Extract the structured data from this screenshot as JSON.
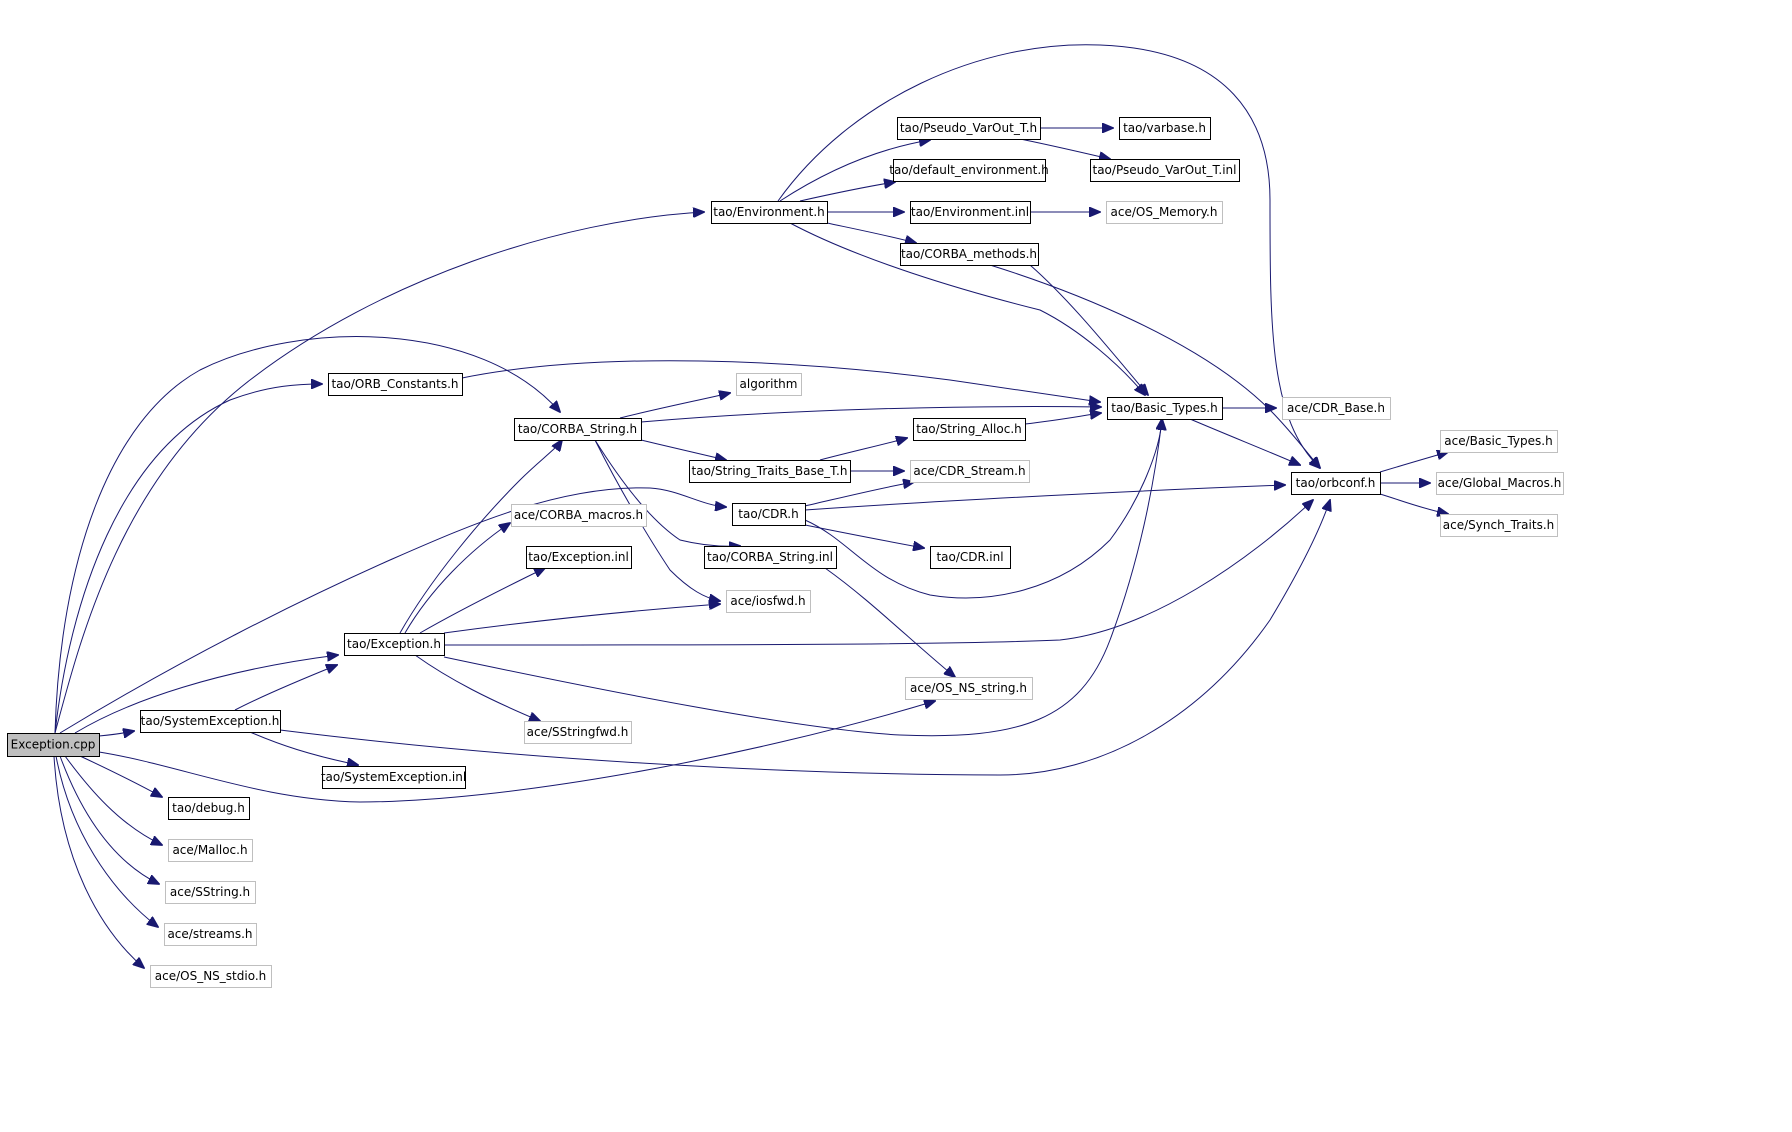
{
  "graph": {
    "colors": {
      "edge": "#191970",
      "solid_border": "#000000",
      "faded_border": "#bfbfbf",
      "root_fill": "#bfbfbf"
    },
    "nodes": [
      {
        "id": "n0",
        "label": "Exception.cpp",
        "style": "root"
      },
      {
        "id": "n1",
        "label": "tao/Environment.h",
        "style": "solid"
      },
      {
        "id": "n2",
        "label": "tao/Pseudo_VarOut_T.h",
        "style": "solid"
      },
      {
        "id": "n3",
        "label": "tao/varbase.h",
        "style": "solid"
      },
      {
        "id": "n4",
        "label": "tao/default_environment.h",
        "style": "solid"
      },
      {
        "id": "n5",
        "label": "tao/Pseudo_VarOut_T.inl",
        "style": "solid"
      },
      {
        "id": "n6",
        "label": "tao/Environment.inl",
        "style": "solid"
      },
      {
        "id": "n7",
        "label": "ace/OS_Memory.h",
        "style": "faded"
      },
      {
        "id": "n8",
        "label": "tao/CORBA_methods.h",
        "style": "solid"
      },
      {
        "id": "n9",
        "label": "tao/ORB_Constants.h",
        "style": "solid"
      },
      {
        "id": "n10",
        "label": "algorithm",
        "style": "faded"
      },
      {
        "id": "n11",
        "label": "tao/Basic_Types.h",
        "style": "solid"
      },
      {
        "id": "n12",
        "label": "ace/CDR_Base.h",
        "style": "faded"
      },
      {
        "id": "n13",
        "label": "tao/CORBA_String.h",
        "style": "solid"
      },
      {
        "id": "n14",
        "label": "tao/String_Alloc.h",
        "style": "solid"
      },
      {
        "id": "n15",
        "label": "ace/Basic_Types.h",
        "style": "faded"
      },
      {
        "id": "n16",
        "label": "tao/String_Traits_Base_T.h",
        "style": "solid"
      },
      {
        "id": "n17",
        "label": "ace/CDR_Stream.h",
        "style": "faded"
      },
      {
        "id": "n18",
        "label": "tao/orbconf.h",
        "style": "solid"
      },
      {
        "id": "n19",
        "label": "ace/Global_Macros.h",
        "style": "faded"
      },
      {
        "id": "n20",
        "label": "tao/CDR.h",
        "style": "solid"
      },
      {
        "id": "n21",
        "label": "ace/Synch_Traits.h",
        "style": "faded"
      },
      {
        "id": "n22",
        "label": "ace/CORBA_macros.h",
        "style": "faded"
      },
      {
        "id": "n23",
        "label": "tao/CDR.inl",
        "style": "solid"
      },
      {
        "id": "n24",
        "label": "tao/CORBA_String.inl",
        "style": "solid"
      },
      {
        "id": "n25",
        "label": "tao/Exception.inl",
        "style": "solid"
      },
      {
        "id": "n26",
        "label": "ace/iosfwd.h",
        "style": "faded"
      },
      {
        "id": "n27",
        "label": "tao/Exception.h",
        "style": "solid"
      },
      {
        "id": "n28",
        "label": "ace/OS_NS_string.h",
        "style": "faded"
      },
      {
        "id": "n29",
        "label": "tao/SystemException.h",
        "style": "solid"
      },
      {
        "id": "n30",
        "label": "ace/SStringfwd.h",
        "style": "faded"
      },
      {
        "id": "n31",
        "label": "tao/SystemException.inl",
        "style": "solid"
      },
      {
        "id": "n32",
        "label": "tao/debug.h",
        "style": "solid"
      },
      {
        "id": "n33",
        "label": "ace/Malloc.h",
        "style": "faded"
      },
      {
        "id": "n34",
        "label": "ace/SString.h",
        "style": "faded"
      },
      {
        "id": "n35",
        "label": "ace/streams.h",
        "style": "faded"
      },
      {
        "id": "n36",
        "label": "ace/OS_NS_stdio.h",
        "style": "faded"
      }
    ],
    "edges": [
      {
        "from": "n0",
        "to": "n1"
      },
      {
        "from": "n0",
        "to": "n9"
      },
      {
        "from": "n0",
        "to": "n13"
      },
      {
        "from": "n0",
        "to": "n20"
      },
      {
        "from": "n0",
        "to": "n27"
      },
      {
        "from": "n0",
        "to": "n29"
      },
      {
        "from": "n0",
        "to": "n28"
      },
      {
        "from": "n0",
        "to": "n32"
      },
      {
        "from": "n0",
        "to": "n33"
      },
      {
        "from": "n0",
        "to": "n34"
      },
      {
        "from": "n0",
        "to": "n35"
      },
      {
        "from": "n0",
        "to": "n36"
      },
      {
        "from": "n1",
        "to": "n2"
      },
      {
        "from": "n1",
        "to": "n4"
      },
      {
        "from": "n1",
        "to": "n6"
      },
      {
        "from": "n1",
        "to": "n8"
      },
      {
        "from": "n1",
        "to": "n11"
      },
      {
        "from": "n1",
        "to": "n18"
      },
      {
        "from": "n2",
        "to": "n3"
      },
      {
        "from": "n2",
        "to": "n5"
      },
      {
        "from": "n6",
        "to": "n7"
      },
      {
        "from": "n8",
        "to": "n11"
      },
      {
        "from": "n8",
        "to": "n18"
      },
      {
        "from": "n9",
        "to": "n11"
      },
      {
        "from": "n13",
        "to": "n10"
      },
      {
        "from": "n13",
        "to": "n11"
      },
      {
        "from": "n13",
        "to": "n16"
      },
      {
        "from": "n13",
        "to": "n24"
      },
      {
        "from": "n13",
        "to": "n26"
      },
      {
        "from": "n16",
        "to": "n14"
      },
      {
        "from": "n16",
        "to": "n17"
      },
      {
        "from": "n14",
        "to": "n11"
      },
      {
        "from": "n11",
        "to": "n12"
      },
      {
        "from": "n11",
        "to": "n18"
      },
      {
        "from": "n18",
        "to": "n15"
      },
      {
        "from": "n18",
        "to": "n19"
      },
      {
        "from": "n18",
        "to": "n21"
      },
      {
        "from": "n20",
        "to": "n17"
      },
      {
        "from": "n20",
        "to": "n18"
      },
      {
        "from": "n20",
        "to": "n23"
      },
      {
        "from": "n20",
        "to": "n11"
      },
      {
        "from": "n24",
        "to": "n28"
      },
      {
        "from": "n27",
        "to": "n13"
      },
      {
        "from": "n27",
        "to": "n22"
      },
      {
        "from": "n27",
        "to": "n25"
      },
      {
        "from": "n27",
        "to": "n26"
      },
      {
        "from": "n27",
        "to": "n18"
      },
      {
        "from": "n27",
        "to": "n11"
      },
      {
        "from": "n27",
        "to": "n30"
      },
      {
        "from": "n29",
        "to": "n27"
      },
      {
        "from": "n29",
        "to": "n31"
      },
      {
        "from": "n29",
        "to": "n18"
      }
    ]
  }
}
